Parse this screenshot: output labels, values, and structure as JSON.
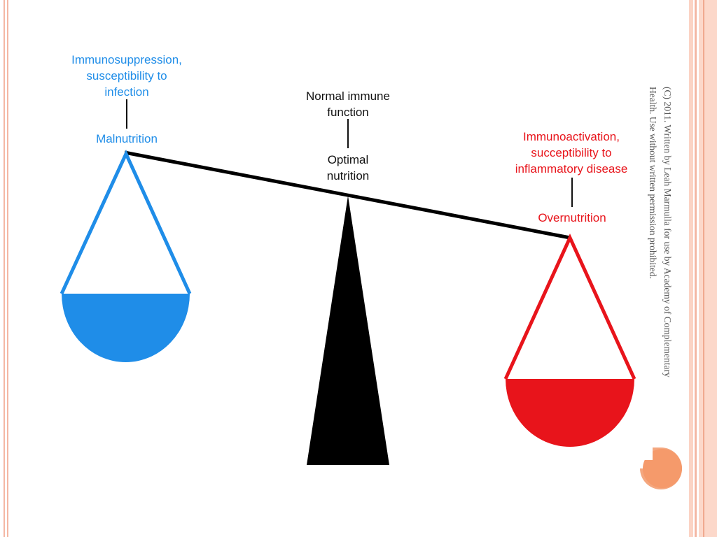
{
  "diagram": {
    "left_effect": "Immunosuppression,\nsusceptibility to\ninfection",
    "left_state": "Malnutrition",
    "center_effect": "Normal immune\nfunction",
    "center_state": "Optimal\nnutrition",
    "right_effect": "Immunoactivation,\nsucceptibility to\ninflammatory disease",
    "right_state": "Overnutrition"
  },
  "copyright": {
    "line1": "(C) 2011. Written by Leah Marmulla for use by Academy of Complementary",
    "line2": "Health. Use without written permission prohibited."
  },
  "colors": {
    "left": "#1f8de8",
    "right": "#e8141b",
    "beam": "#000000",
    "accent": "#f4a77f"
  }
}
